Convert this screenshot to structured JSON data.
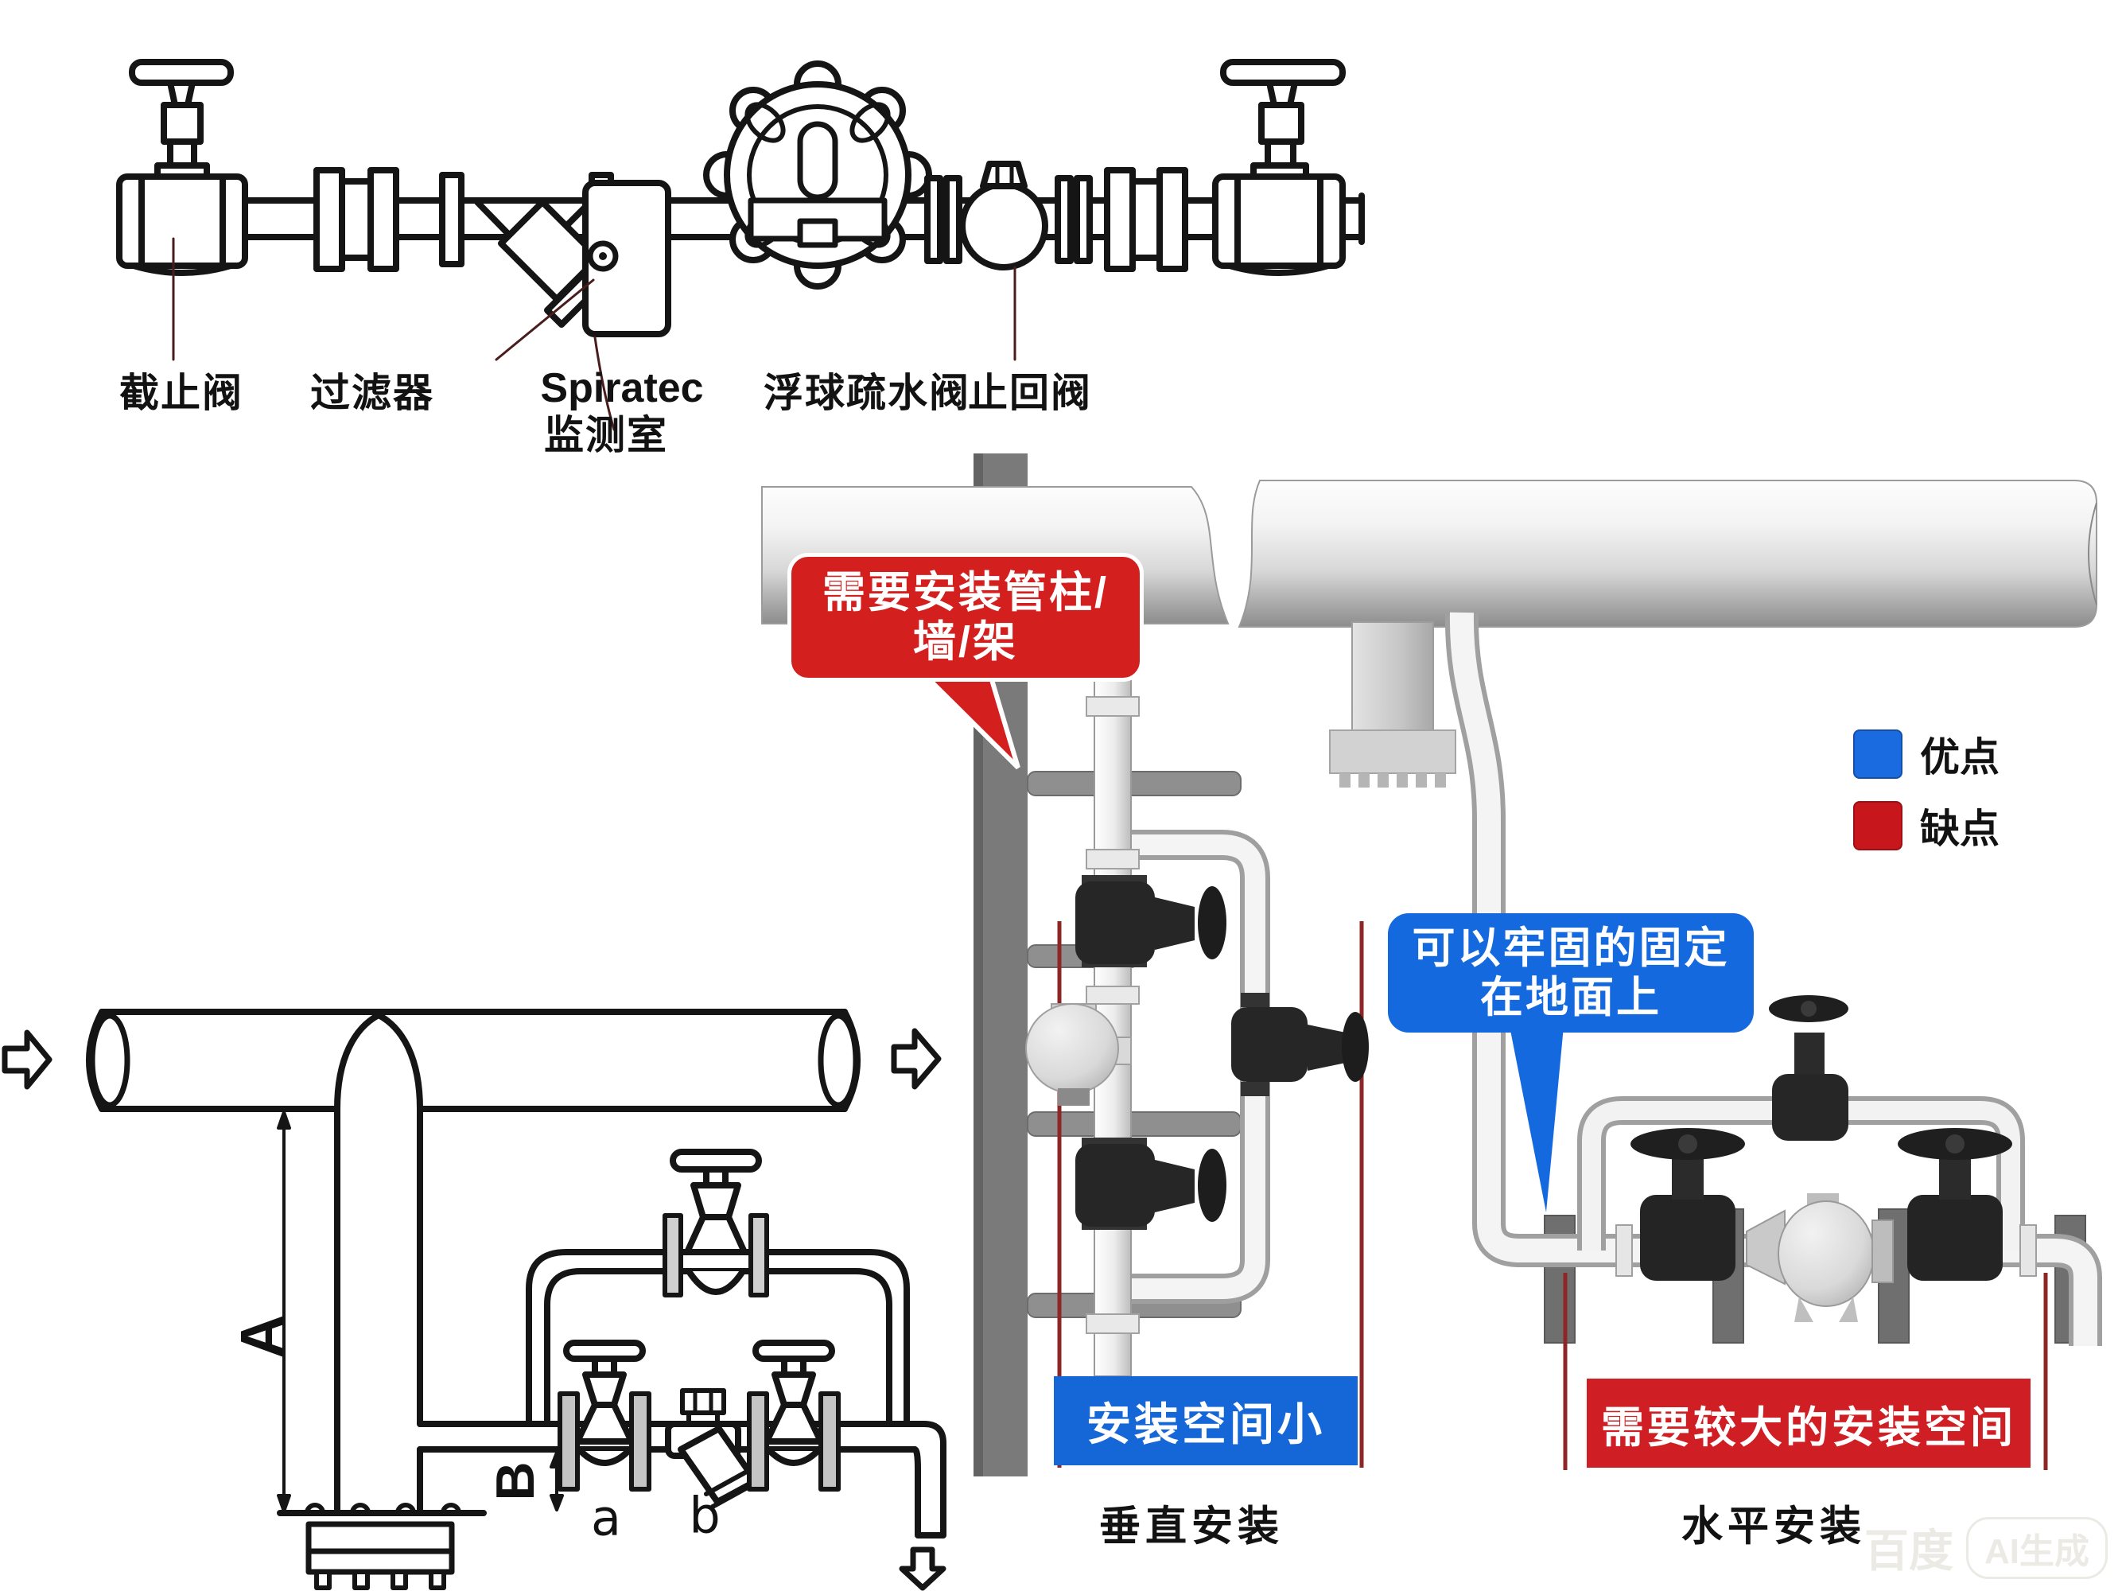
{
  "schematic": {
    "labels": {
      "stop_valve": "截止阀",
      "strainer": "过滤器",
      "spiratec_line1": "Spiratec",
      "spiratec_line2": "监测室",
      "float_trap": "浮球疏水阀",
      "check_valve": "止回阀"
    }
  },
  "dimensions": {
    "vertical_drop": "A",
    "pocket_depth": "B",
    "valve_a": "a",
    "valve_b": "b"
  },
  "legend": {
    "advantage": {
      "label": "优点",
      "color": "#1b6be0"
    },
    "disadvantage": {
      "label": "缺点",
      "color": "#c8161d"
    }
  },
  "vertical_install": {
    "callout": {
      "line1": "需要安装管柱/",
      "line2": "墙/架",
      "type": "disadvantage"
    },
    "note": "安装空间小",
    "caption": "垂直安装"
  },
  "horizontal_install": {
    "callout": {
      "line1": "可以牢固的固定",
      "line2": "在地面上",
      "type": "advantage"
    },
    "note": "需要较大的安装空间",
    "caption": "水平安装"
  },
  "watermark": {
    "brand": "百度",
    "badge": "AI生成"
  },
  "colors": {
    "advantage_blue": "#1569de",
    "disadvantage_red": "#d41f1f",
    "note_blue": "#1567d8",
    "note_red": "#d01f24",
    "measure_line_red": "#8f2626"
  }
}
